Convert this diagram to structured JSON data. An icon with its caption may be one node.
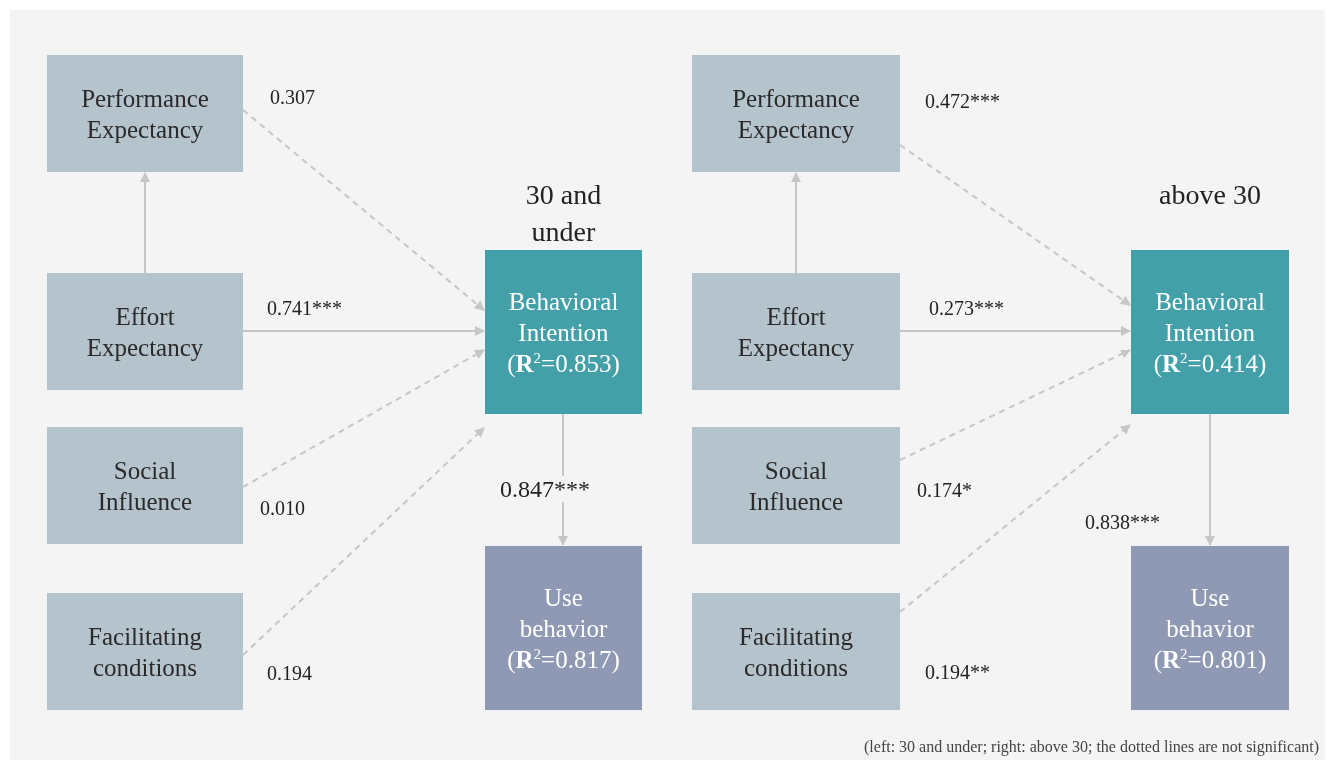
{
  "diagram": {
    "caption": "(left: 30 and under; right: above 30; the dotted lines are not significant)",
    "nodes": [
      {
        "text": [
          "Performance Expectancy"
        ]
      },
      {
        "text": [
          "Effort Expectancy"
        ]
      },
      {
        "text": [
          "Social Influence"
        ]
      },
      {
        "text": [
          "Facilitating conditions"
        ]
      },
      {
        "text": [
          "30 and under",
          "Behavioral Intention (**R**$^{2}$=0.853)"
        ]
      },
      {
        "text": [
          "Use behavior (**R**$^{2}$=0.817)"
        ]
      },
      {
        "text": [
          "Performance Expectancy"
        ]
      },
      {
        "text": [
          "Effort Expectancy"
        ]
      },
      {
        "text": [
          "Social Influence"
        ]
      },
      {
        "text": [
          "Facilitating conditions"
        ]
      },
      {
        "text": [
          "above 30",
          "Behavioral Intention (**R**$^{2}$=0.414)"
        ]
      },
      {
        "text": [
          "Use behavior (**R**$^{2}$=0.801)"
        ]
      }
    ],
    "edges": [
      {
        "from": 1,
        "to": 0,
        "arrow": "to"
      },
      {
        "from": 0,
        "to": 4,
        "arrow": "to",
        "label": "0.307",
        "style": "dashed"
      },
      {
        "from": 1,
        "to": 4,
        "arrow": "to",
        "label": "0.741***"
      },
      {
        "from": 2,
        "to": 4,
        "arrow": "to",
        "label": "0.010",
        "style": "dashed"
      },
      {
        "from": 3,
        "to": 4,
        "arrow": "to",
        "label": "0.194",
        "style": "dashed"
      },
      {
        "from": 4,
        "to": 5,
        "arrow": "to",
        "label": "0.847***"
      },
      {
        "from": 7,
        "to": 6,
        "arrow": "to"
      },
      {
        "from": 6,
        "to": 10,
        "arrow": "to",
        "label": "0.472***",
        "style": "dashed"
      },
      {
        "from": 7,
        "to": 10,
        "arrow": "to",
        "label": "0.273***"
      },
      {
        "from": 8,
        "to": 10,
        "arrow": "to",
        "label": "0.174*",
        "style": "dashed"
      },
      {
        "from": 9,
        "to": 10,
        "arrow": "to",
        "label": "0.194**",
        "style": "dashed"
      },
      {
        "from": 10,
        "to": 11,
        "arrow": "to",
        "label": "0.838***"
      }
    ]
  }
}
